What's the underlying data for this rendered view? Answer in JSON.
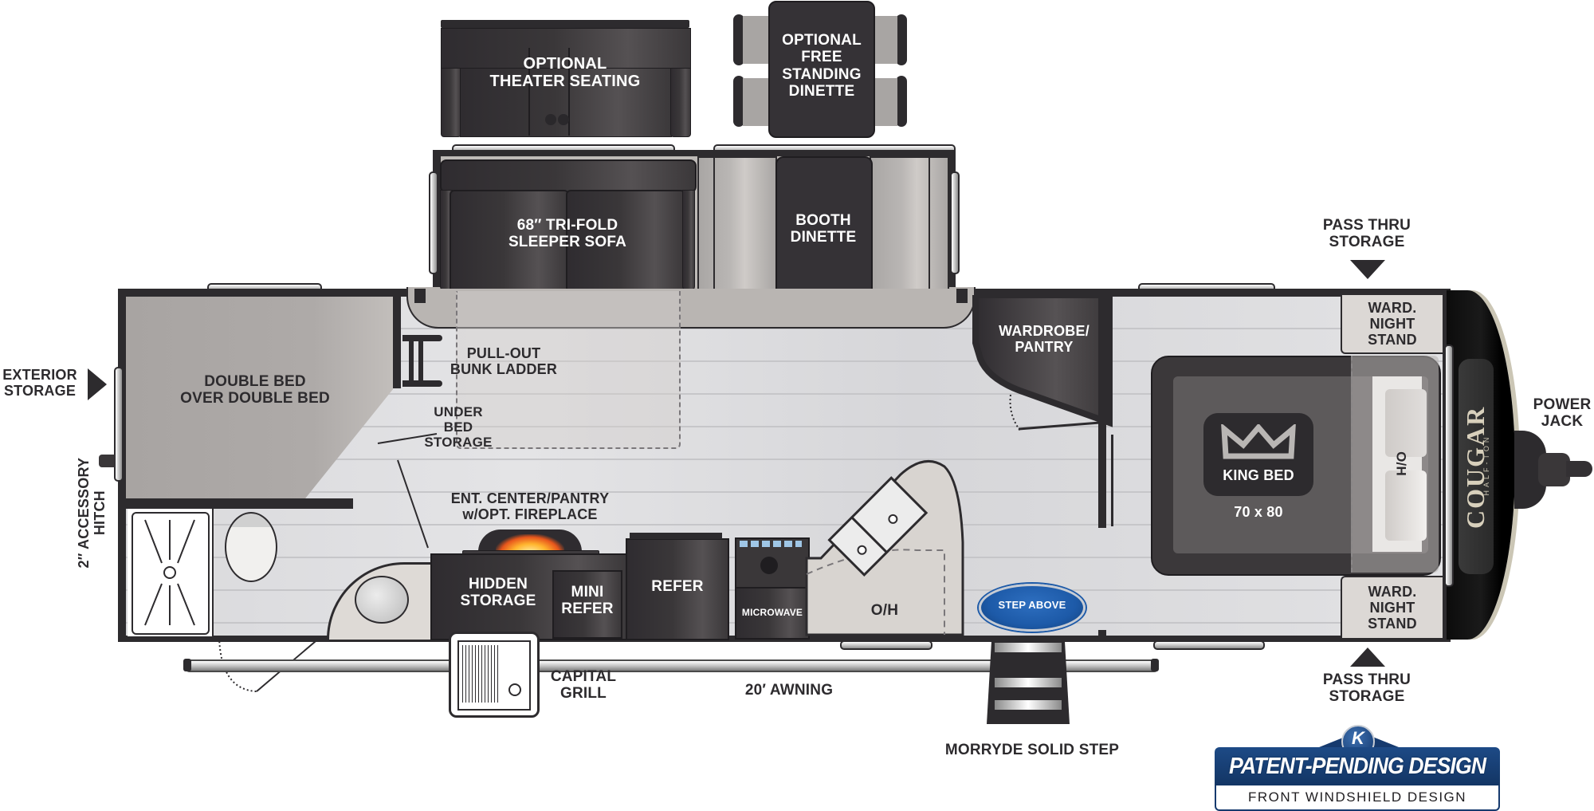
{
  "floorplan": {
    "brand": "COUGAR",
    "sub_brand": "HALF-TON",
    "colors": {
      "wall": "#2d2b2e",
      "furniture_dark": "#3a3739",
      "bed_gray": "#a9a5a3",
      "floor": "#dcdcde",
      "counter": "#d8d4d0",
      "step_above_blue": "#1d5aa8",
      "badge_navy": "#163a6e"
    },
    "optional_items": {
      "theater_seating": "OPTIONAL\nTHEATER SEATING",
      "free_standing_dinette": "OPTIONAL\nFREE\nSTANDING\nDINETTE"
    },
    "slide_out": {
      "sleeper_sofa": "68″ TRI-FOLD\nSLEEPER SOFA",
      "booth_dinette": "BOOTH\nDINETTE"
    },
    "rear": {
      "exterior_storage": "EXTERIOR\nSTORAGE",
      "accessory_hitch": "2″ ACCESSORY\nHITCH",
      "bunk_beds": "DOUBLE BED\nOVER DOUBLE BED",
      "bunk_ladder": "PULL-OUT\nBUNK LADDER",
      "under_bed_storage": "UNDER\nBED\nSTORAGE"
    },
    "galley": {
      "ent_center": "ENT. CENTER/PANTRY\nw/OPT. FIREPLACE",
      "hidden_storage": "HIDDEN\nSTORAGE",
      "mini_refer": "MINI\nREFER",
      "refer": "REFER",
      "microwave": "MICROWAVE",
      "island_oh": "O/H"
    },
    "front": {
      "wardrobe_pantry": "WARDROBE/\nPANTRY",
      "king_bed": "KING BED",
      "king_bed_size": "70 x 80",
      "headboard_oh": "O/H",
      "ward_night_stand_top": "WARD.\nNIGHT\nSTAND",
      "ward_night_stand_bottom": "WARD.\nNIGHT\nSTAND",
      "pass_thru_top": "PASS THRU\nSTORAGE",
      "pass_thru_bottom": "PASS THRU\nSTORAGE",
      "power_jack": "POWER\nJACK"
    },
    "exterior": {
      "capital_grill": "CAPITAL\nGRILL",
      "awning": "20′ AWNING",
      "step": "MORRYDE SOLID STEP",
      "step_above_logo": "STEP ABOVE"
    },
    "badge": {
      "title": "PATENT-PENDING DESIGN",
      "subtitle": "FRONT WINDSHIELD DESIGN",
      "logo_letter": "K"
    }
  }
}
